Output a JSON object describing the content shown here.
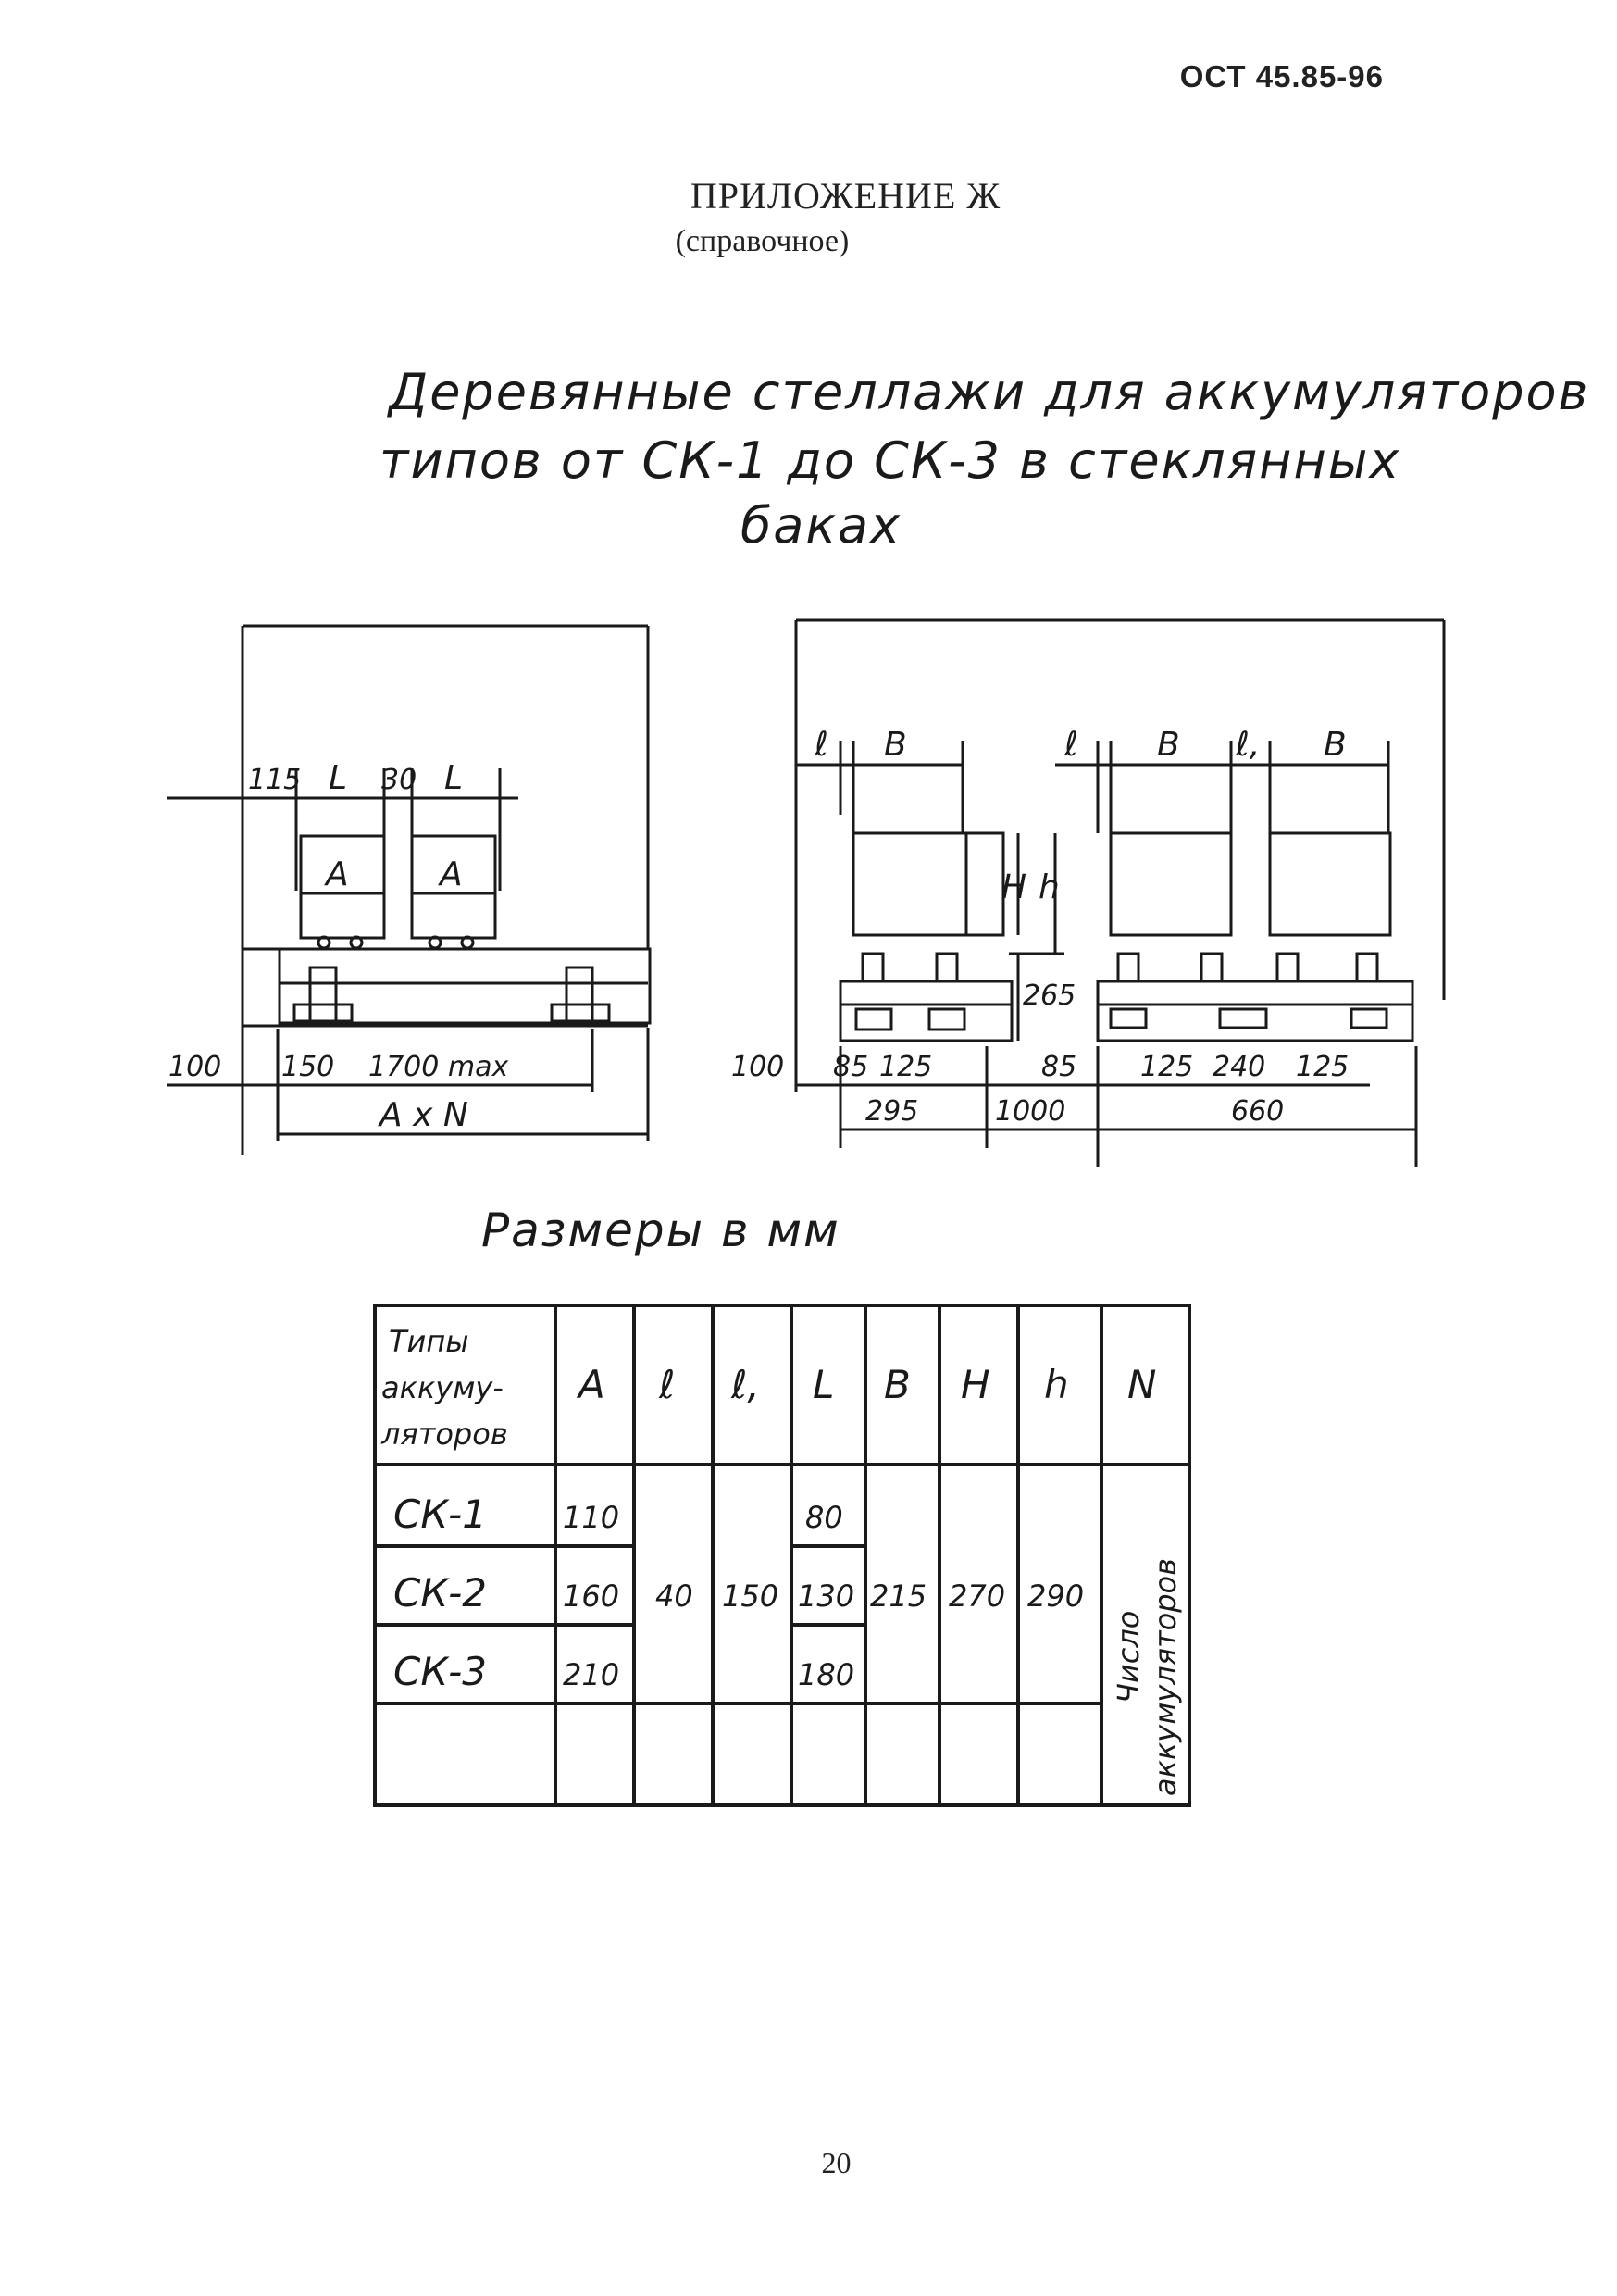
{
  "header": {
    "doc_code": "ОСТ 45.85-96"
  },
  "appendix": {
    "title": "ПРИЛОЖЕНИЕ Ж",
    "subtitle": "(справочное)"
  },
  "heading": {
    "line1": "Деревянные стеллажи для аккумуляторов",
    "line2": "типов от СК-1 до СК-3 в стеклянных",
    "line3": "баках"
  },
  "drawing_left": {
    "labels": {
      "d115": "115",
      "L1": "L",
      "d30": "30",
      "L2": "L",
      "A1": "A",
      "A2": "A",
      "d100": "100",
      "d150": "150",
      "d1700": "1700 max",
      "AxN": "A x N"
    }
  },
  "drawing_right": {
    "labels": {
      "l1": "ℓ",
      "B1": "B",
      "l2": "ℓ",
      "B2": "B",
      "l3": "ℓ,",
      "B3": "B",
      "H": "H",
      "h": "h",
      "d265": "265",
      "d100": "100",
      "d85a": "85",
      "d125a": "125",
      "d85b": "85",
      "d125b": "125",
      "d240": "240",
      "d125c": "125",
      "d295": "295",
      "d1000": "1000",
      "d660": "660"
    }
  },
  "units_note": "Размеры в мм",
  "table": {
    "headers": {
      "type_l1": "Типы",
      "type_l2": "аккуму-",
      "type_l3": "ляторов",
      "A": "A",
      "l": "ℓ",
      "l1": "ℓ,",
      "L": "L",
      "B": "B",
      "H": "H",
      "h": "h",
      "N": "N"
    },
    "rows": [
      {
        "type": "СК-1",
        "A": "110",
        "L": "80"
      },
      {
        "type": "СК-2",
        "A": "160",
        "L": "130"
      },
      {
        "type": "СК-3",
        "A": "210",
        "L": "180"
      }
    ],
    "merged": {
      "l": "40",
      "l1": "150",
      "B": "215",
      "H": "270",
      "h": "290",
      "N_l1": "Число",
      "N_l2": "аккумуляторов"
    }
  },
  "page_number": "20"
}
